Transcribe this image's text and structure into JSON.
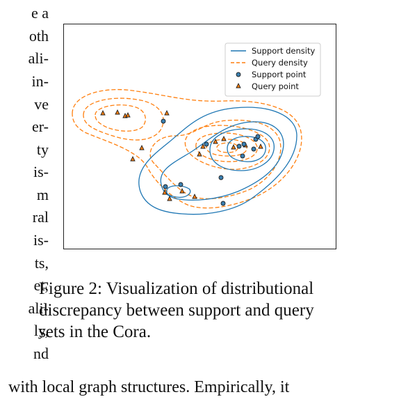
{
  "left_column_fragments": [
    "e a",
    "oth",
    "ali-",
    "in-",
    "ve",
    "er-",
    "ty",
    "is-",
    "m",
    "ral",
    "is-",
    "ts,",
    "et,",
    "ali-",
    "ly,",
    "nd"
  ],
  "figure": {
    "legend": {
      "support_density": "Support density",
      "query_density": "Query density",
      "support_point": "Support point",
      "query_point": "Query point"
    },
    "colors": {
      "support": "#1f77b4",
      "query": "#ff7f0e"
    }
  },
  "caption": {
    "lines": [
      "Figure 2: Visualization of distributional",
      "discrepancy between support and query",
      "sets in the Cora."
    ]
  },
  "bottom_text": "with local graph structures. Empirically, it"
}
